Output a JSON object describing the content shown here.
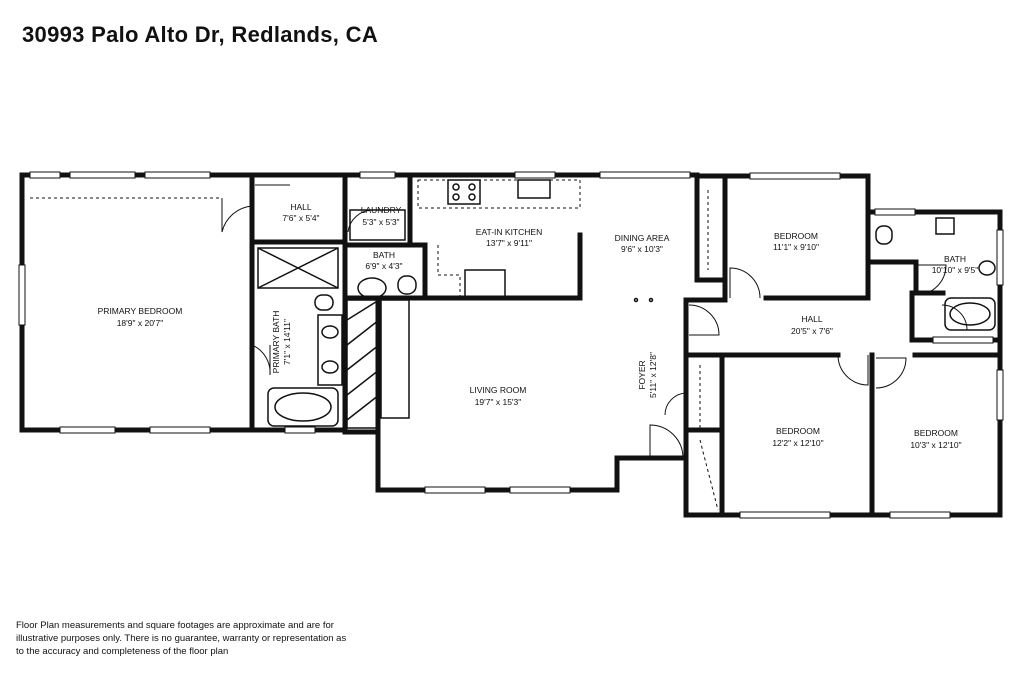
{
  "title": "30993 Palo Alto Dr, Redlands, CA",
  "disclaimer": "Floor Plan measurements and square footages are approximate and are for illustrative purposes only. There is no guarantee, warranty or representation as to the accuracy and completeness of the floor plan",
  "rooms": {
    "primary_bedroom": {
      "name": "PRIMARY BEDROOM",
      "dims": "18'9\" x 20'7\""
    },
    "hall_small": {
      "name": "HALL",
      "dims": "7'6\" x 5'4\""
    },
    "laundry": {
      "name": "LAUNDRY",
      "dims": "5'3\" x 5'3\""
    },
    "kitchen": {
      "name": "EAT-IN KITCHEN",
      "dims": "13'7\" x 9'11\""
    },
    "bath_small": {
      "name": "BATH",
      "dims": "6'9\" x 4'3\""
    },
    "primary_bath": {
      "name": "PRIMARY BATH",
      "dims": "7'1\" x 14'11\""
    },
    "dining": {
      "name": "DINING AREA",
      "dims": "9'6\" x 10'3\""
    },
    "living": {
      "name": "LIVING ROOM",
      "dims": "19'7\" x 15'3\""
    },
    "foyer": {
      "name": "FOYER",
      "dims": "5'11\" x 12'8\""
    },
    "bedroom_top": {
      "name": "BEDROOM",
      "dims": "11'1\" x 9'10\""
    },
    "bath_right": {
      "name": "BATH",
      "dims": "10'10\" x 9'5\""
    },
    "hall_main": {
      "name": "HALL",
      "dims": "20'5\" x 7'6\""
    },
    "bedroom_mid": {
      "name": "BEDROOM",
      "dims": "12'2\" x 12'10\""
    },
    "bedroom_right": {
      "name": "BEDROOM",
      "dims": "10'3\" x 12'10\""
    }
  }
}
